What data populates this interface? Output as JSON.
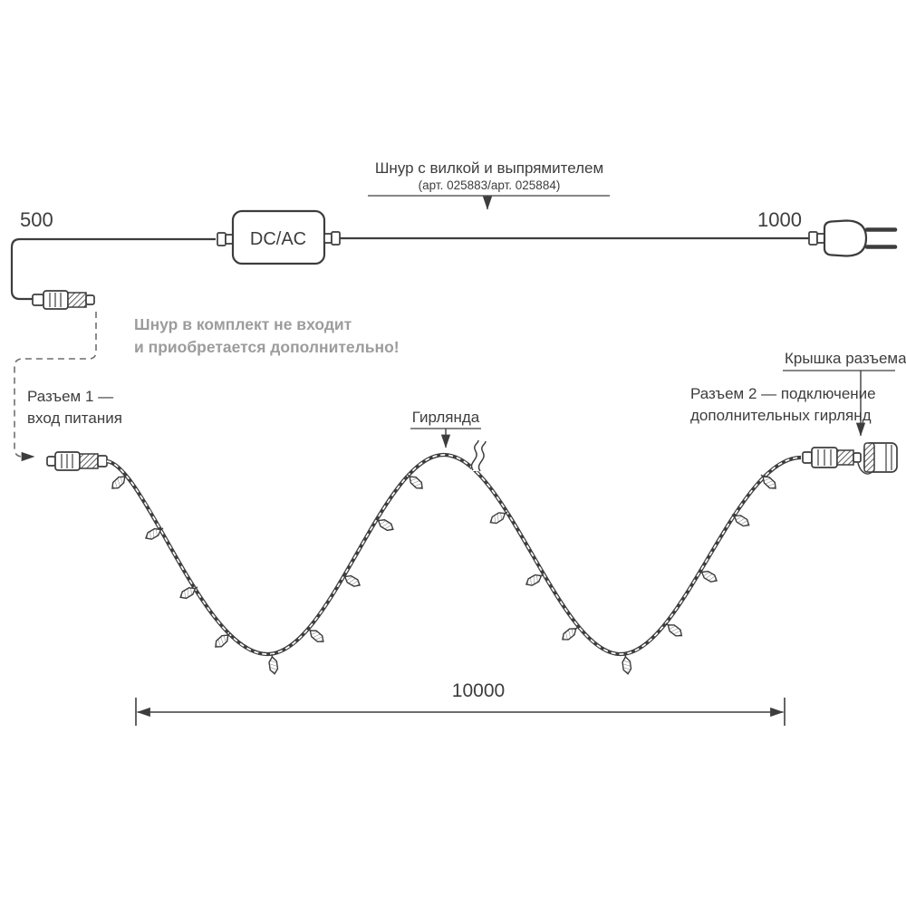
{
  "diagram": {
    "cord": {
      "title": "Шнур с вилкой и выпрямителем",
      "subtitle": "(арт. 025883/арт. 025884)",
      "left_length_mm": "500",
      "right_length_mm": "1000",
      "converter_label": "DC/AC"
    },
    "note": {
      "line1": "Шнур в комплект не входит",
      "line2": "и приобретается дополнительно!"
    },
    "connector1": {
      "line1": "Разъем 1 —",
      "line2": "вход питания"
    },
    "garland": {
      "label": "Гирлянда",
      "total_length_mm": "10000"
    },
    "connector2": {
      "line1": "Разъем 2 — подключение",
      "line2": "дополнительных гирлянд"
    },
    "cap": {
      "label": "Крышка разъема"
    }
  },
  "colors": {
    "line": "#3d3d3d",
    "note": "#9c9c9c",
    "background": "#ffffff"
  }
}
